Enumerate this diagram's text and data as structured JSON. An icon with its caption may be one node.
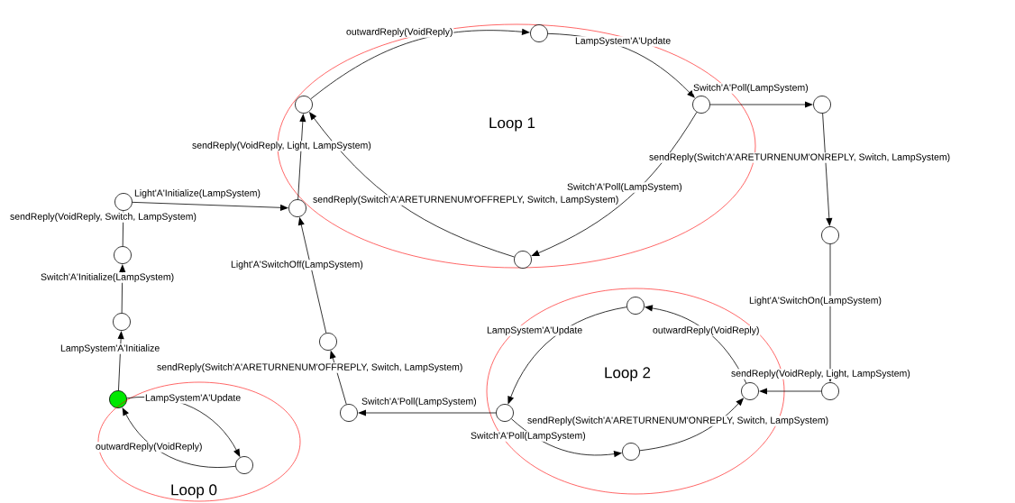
{
  "diagram": {
    "nodes": [
      {
        "text": [
          "Loop 1"
        ]
      },
      {
        "text": [],
        "shape": "circle",
        "in": 0
      },
      {
        "text": [],
        "shape": "circle",
        "in": 0
      },
      {
        "text": [],
        "shape": "circle",
        "in": 0
      },
      {
        "text": [],
        "shape": "circle"
      },
      {
        "text": [],
        "shape": "circle"
      },
      {
        "text": [],
        "shape": "circle"
      },
      {
        "text": [],
        "shape": "circle"
      },
      {
        "text": [],
        "shape": "circle"
      },
      {
        "text": [],
        "shape": "circle",
        "in": 0
      },
      {
        "text": [
          "Loop 2"
        ]
      },
      {
        "text": [],
        "shape": "circle",
        "in": 10
      },
      {
        "text": [],
        "shape": "circle"
      },
      {
        "text": [],
        "shape": "circle"
      },
      {
        "text": [],
        "shape": "circle",
        "in": 10
      },
      {
        "text": [],
        "shape": "circle"
      },
      {
        "text": [],
        "shape": "circle"
      },
      {
        "text": [],
        "shape": "circle",
        "in": 10
      },
      {
        "text": [],
        "shape": "circle"
      },
      {
        "text": [],
        "shape": "circle",
        "in": 10
      },
      {
        "text": [
          "Loop 0"
        ]
      },
      {
        "text": [],
        "shape": "circle",
        "in": 20
      }
    ],
    "edges": [
      {
        "from": 16,
        "to": 12,
        "arrow": "to",
        "label": "LampSystem'A'Initialize"
      },
      {
        "from": 12,
        "to": 8,
        "arrow": "to",
        "label": "Switch'A'Initialize(LampSystem)"
      },
      {
        "from": 8,
        "to": 5,
        "arrow": "to",
        "label": "sendReply(VoidReply, Switch, LampSystem)"
      },
      {
        "from": 5,
        "to": 6,
        "arrow": "to",
        "label": "Light'A'Initialize(LampSystem)"
      },
      {
        "from": 6,
        "to": 2,
        "arrow": "to",
        "label": "sendReply(VoidReply, Light, LampSystem)"
      },
      {
        "from": 2,
        "to": 1,
        "arrow": "to",
        "label": "outwardReply(VoidReply)"
      },
      {
        "from": 1,
        "to": 3,
        "arrow": "to",
        "label": "LampSystem'A'Update"
      },
      {
        "from": 3,
        "to": 4,
        "arrow": "to",
        "label": "Switch'A'Poll(LampSystem)"
      },
      {
        "from": 3,
        "to": 9,
        "arrow": "to",
        "label": "Switch'A'Poll(LampSystem)"
      },
      {
        "from": 9,
        "to": 2,
        "arrow": "to",
        "label": "sendReply(Switch'A'ARETURNENUM'OFFREPLY, Switch, LampSystem)"
      },
      {
        "from": 4,
        "to": 7,
        "arrow": "to",
        "label": "sendReply(Switch'A'ARETURNENUM'ONREPLY, Switch, LampSystem)"
      },
      {
        "from": 7,
        "to": 15,
        "arrow": "to",
        "label": "Light'A'SwitchOn(LampSystem)"
      },
      {
        "from": 15,
        "to": 14,
        "arrow": "to",
        "label": "sendReply(VoidReply, Light, LampSystem)"
      },
      {
        "from": 14,
        "to": 11,
        "arrow": "to",
        "label": "outwardReply(VoidReply)"
      },
      {
        "from": 11,
        "to": 17,
        "arrow": "to",
        "label": "LampSystem'A'Update"
      },
      {
        "from": 17,
        "to": 19,
        "arrow": "to",
        "label": "Switch'A'Poll(LampSystem)"
      },
      {
        "from": 19,
        "to": 14,
        "arrow": "to",
        "label": "sendReply(Switch'A'ARETURNENUM'ONREPLY, Switch, LampSystem)"
      },
      {
        "from": 17,
        "to": 18,
        "arrow": "to",
        "label": "Switch'A'Poll(LampSystem)"
      },
      {
        "from": 18,
        "to": 13,
        "arrow": "to",
        "label": "sendReply(Switch'A'ARETURNENUM'OFFREPLY, Switch, LampSystem)"
      },
      {
        "from": 13,
        "to": 6,
        "arrow": "to",
        "label": "Light'A'SwitchOff(LampSystem)"
      },
      {
        "from": 16,
        "to": 21,
        "arrow": "to",
        "label": "LampSystem'A'Update"
      },
      {
        "from": 21,
        "to": 16,
        "arrow": "to",
        "label": "outwardReply(VoidReply)"
      }
    ]
  }
}
